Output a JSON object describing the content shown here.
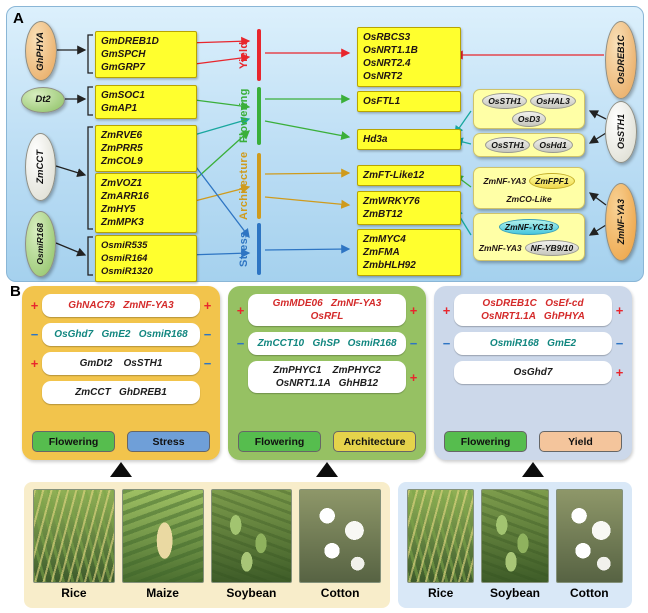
{
  "figure": {
    "panel_a_label": "A",
    "panel_b_label": "B"
  },
  "palette": {
    "yield_red": "#e8262d",
    "flowering_green": "#3aaf3a",
    "architecture_gold": "#cf9b1d",
    "stress_blue": "#2e75c3",
    "positive_sign_red": "#e8262d",
    "negative_sign_blue": "#2e75c3",
    "gene_box_yellow": "#ffff2e"
  },
  "panel_a": {
    "actors_left": [
      {
        "name": "GhPHYA"
      },
      {
        "name": "Dt2"
      },
      {
        "name": "ZmCCT"
      },
      {
        "name": "OsmiR168"
      }
    ],
    "groups": [
      {
        "genes": [
          "GmDREB1D",
          "GmSPCH",
          "GmGRP7"
        ]
      },
      {
        "genes": [
          "GmSOC1",
          "GmAP1"
        ]
      },
      {
        "genes": [
          "ZmRVE6",
          "ZmPRR5",
          "ZmCOL9"
        ]
      },
      {
        "genes": [
          "ZmVOZ1",
          "ZmARR16",
          "ZmHY5",
          "ZmMPK3"
        ]
      },
      {
        "genes": [
          "OsmiR535",
          "OsmiR164",
          "OsmiR1320"
        ]
      }
    ],
    "categories": [
      {
        "label": "Yield",
        "color": "#e8262d"
      },
      {
        "label": "Flowering",
        "color": "#3aaf3a"
      },
      {
        "label": "Architecture",
        "color": "#cf9b1d"
      },
      {
        "label": "Stress",
        "color": "#2e75c3"
      }
    ],
    "targets": [
      {
        "genes": [
          "OsRBCS3",
          "OsNRT1.1B",
          "OsNRT2.4",
          "OsNRT2"
        ]
      },
      {
        "genes": [
          "OsFTL1"
        ]
      },
      {
        "genes": [
          "Hd3a"
        ]
      },
      {
        "genes": [
          "ZmFT-Like12"
        ]
      },
      {
        "genes": [
          "ZmWRKY76",
          "ZmBT12"
        ]
      },
      {
        "genes": [
          "ZmMYC4",
          "ZmFMA",
          "ZmbHLH92"
        ]
      }
    ],
    "complexes": [
      {
        "members": [
          "OsSTH1",
          "OsHAL3",
          "OsD3"
        ]
      },
      {
        "members": [
          "OsSTH1",
          "OsHd1"
        ]
      },
      {
        "members": [
          "ZmNF-YA3",
          "ZmFPF1",
          "ZmCO-Like"
        ]
      },
      {
        "members": [
          "ZmNF-YC13",
          "ZmNF-YA3",
          "NF-YB9/10"
        ]
      }
    ],
    "actors_right": [
      {
        "name": "OsDREB1C"
      },
      {
        "name": "OsSTH1"
      },
      {
        "name": "ZmNF-YA3"
      }
    ]
  },
  "panel_b": {
    "cards": [
      {
        "rows": [
          {
            "sign_left": "+",
            "lines": [
              "GhNAC79   ZmNF-YA3"
            ],
            "sign_right": "+",
            "tone": "red"
          },
          {
            "sign_left": "−",
            "lines": [
              "OsGhd7   GmE2   OsmiR168"
            ],
            "sign_right": "−",
            "tone": "teal"
          },
          {
            "sign_left": "+",
            "lines": [
              "GmDt2    OsSTH1"
            ],
            "sign_right": "−",
            "tone": "dark"
          },
          {
            "sign_left": "",
            "lines": [
              "ZmCCT   GhDREB1"
            ],
            "sign_right": "",
            "tone": "dark"
          }
        ],
        "tags": [
          {
            "label": "Flowering",
            "color": "#56bd4e"
          },
          {
            "label": "Stress",
            "color": "#6f9fd8"
          }
        ]
      },
      {
        "rows": [
          {
            "sign_left": "+",
            "lines": [
              "GmMDE06   ZmNF-YA3",
              "OsRFL"
            ],
            "sign_right": "+",
            "tone": "red"
          },
          {
            "sign_left": "−",
            "lines": [
              "ZmCCT10   GhSP   OsmiR168"
            ],
            "sign_right": "−",
            "tone": "teal"
          },
          {
            "sign_left": "",
            "lines": [
              "ZmPHYC1    ZmPHYC2",
              "OsNRT1.1A   GhHB12"
            ],
            "sign_right": "+",
            "tone": "dark"
          }
        ],
        "tags": [
          {
            "label": "Flowering",
            "color": "#56bd4e"
          },
          {
            "label": "Architecture",
            "color": "#e5d34b"
          }
        ]
      },
      {
        "rows": [
          {
            "sign_left": "+",
            "lines": [
              "OsDREB1C   OsEf-cd",
              "OsNRT1.1A   GhPHYA"
            ],
            "sign_right": "+",
            "tone": "red"
          },
          {
            "sign_left": "−",
            "lines": [
              "OsmiR168   GmE2"
            ],
            "sign_right": "−",
            "tone": "teal"
          },
          {
            "sign_left": "",
            "lines": [
              "OsGhd7"
            ],
            "sign_right": "+",
            "tone": "dark"
          }
        ],
        "tags": [
          {
            "label": "Flowering",
            "color": "#56bd4e"
          },
          {
            "label": "Yield",
            "color": "#f4c59c"
          }
        ]
      }
    ]
  },
  "crops": {
    "left": [
      "Rice",
      "Maize",
      "Soybean",
      "Cotton"
    ],
    "right": [
      "Rice",
      "Soybean",
      "Cotton"
    ]
  }
}
